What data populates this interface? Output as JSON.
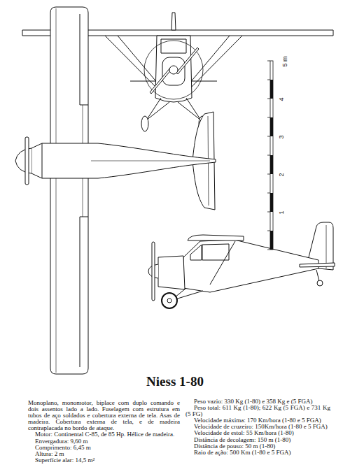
{
  "diagram": {
    "title": "Niess 1-80",
    "labels": [
      "5 m",
      "4",
      "3",
      "2",
      "1",
      "Monoplano, monomotor, biplace com duplo comando e dois assentos lado a lado. Fuselagem com estrutura em tubos de aço soldados e cobertura externa de tela. Asas de madeira. Cobertura externa de tela, e de madeira contraplacada no bordo de ataque.",
      "Motor: Continental C-85, de 85 Hp. Hélice de madeira.",
      "Envergadura: 9,60 m",
      "Comprimento: 6,45 m",
      "Altura: 2 m",
      "Superfície alar: 14,5 m²",
      "Peso vazio: 330 Kg (1-80) e 358 Kg e (5 FGA)",
      "Peso total: 611 Kg (1-80); 622 Kg (5 FGA) e 731 Kg (5 FG)",
      "Velocidade máxima: 170 Km/hora (1-80 e 5 FGA)",
      "Velocidade de cruzeiro: 150Km/hora (1-80 e 5 FGA)",
      "Velocidade de estol: 55 Km/hora (1-80)",
      "Distância de decolagem: 150 m (1-80)",
      "Distância de pouso: 50 m (1-80)",
      "Raio de ação: 500 Km (1-80 e 5 FGA)"
    ]
  }
}
